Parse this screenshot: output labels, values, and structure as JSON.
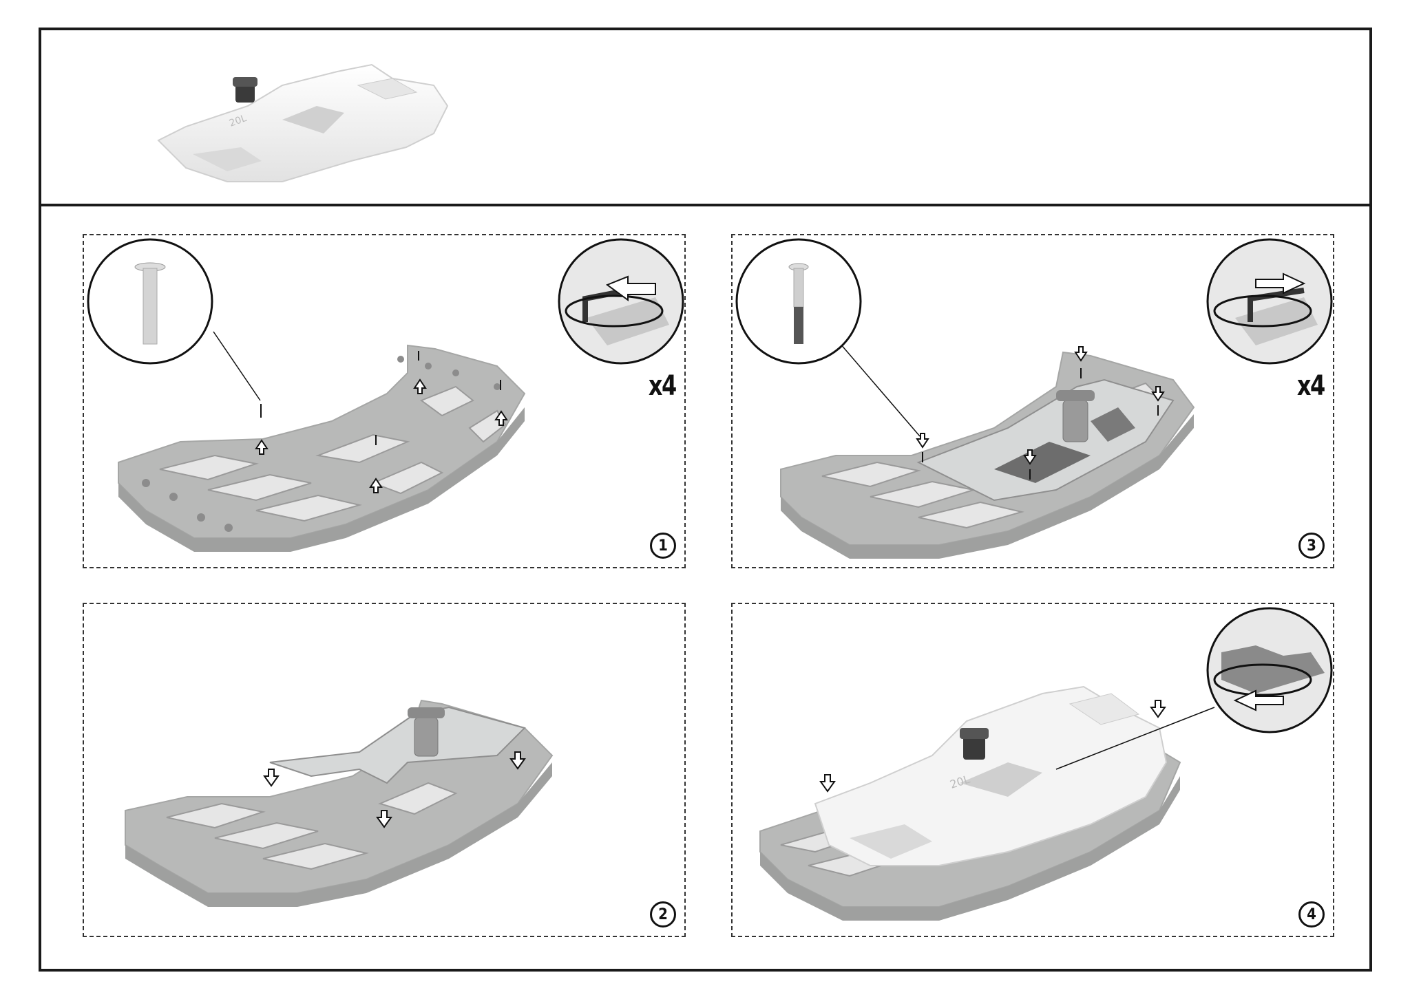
{
  "header": {
    "product_image": "fuel-canister-20l",
    "canister_label": "20L"
  },
  "steps": [
    {
      "number": "1",
      "quantity": "x4",
      "detail_icon": "countersunk-screw-icon",
      "tool_icon": "hex-key-loosen-icon"
    },
    {
      "number": "2",
      "quantity": "",
      "detail_icon": "",
      "tool_icon": ""
    },
    {
      "number": "3",
      "quantity": "x4",
      "detail_icon": "countersunk-screw-icon",
      "tool_icon": "hex-key-tighten-icon"
    },
    {
      "number": "4",
      "quantity": "",
      "detail_icon": "",
      "tool_icon": "clamp-rotate-icon"
    }
  ],
  "colors": {
    "frame_gray": "#b8b9b8",
    "frame_shadow": "#9fa09f",
    "plate_gray": "#d6d8d8",
    "canister_white": "#f4f4f4",
    "line": "#1a1a1a"
  }
}
